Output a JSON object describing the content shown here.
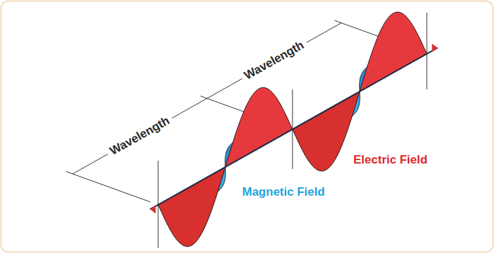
{
  "diagram": {
    "labels": [
      "Wavelength",
      "Wavelength",
      "Electric Field",
      "Magnetic Field"
    ]
  }
}
